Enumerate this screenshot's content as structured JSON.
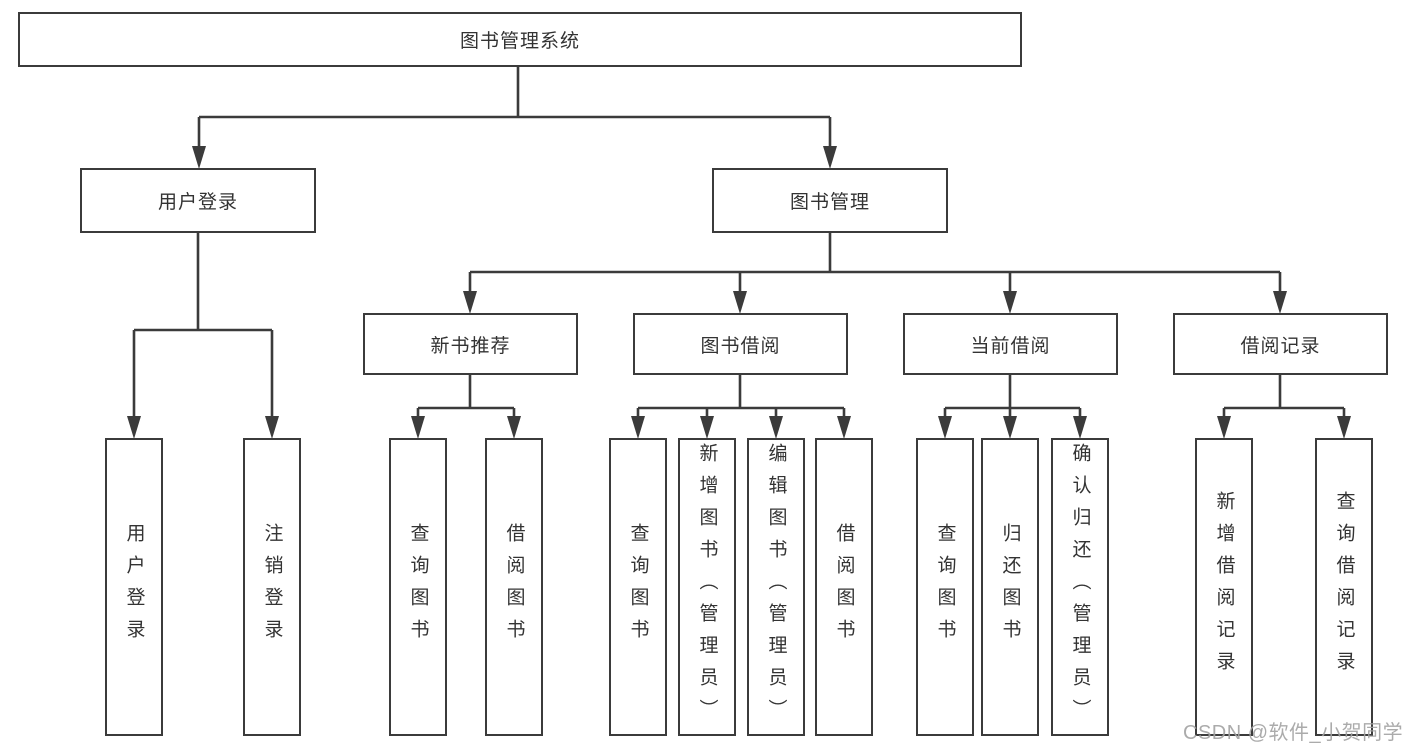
{
  "diagram": {
    "title": "图书管理系统",
    "nodes": {
      "root": {
        "label": "图书管理系统"
      },
      "user_login_group": {
        "label": "用户登录"
      },
      "book_mgmt": {
        "label": "图书管理"
      },
      "new_book_rec": {
        "label": "新书推荐"
      },
      "book_borrow": {
        "label": "图书借阅"
      },
      "current_borrow": {
        "label": "当前借阅"
      },
      "borrow_record": {
        "label": "借阅记录"
      },
      "user_login": {
        "label": "用户登录"
      },
      "logout": {
        "label": "注销登录"
      },
      "nb_query_book": {
        "label": "查询图书"
      },
      "nb_borrow_book": {
        "label": "借阅图书"
      },
      "bb_query_book": {
        "label": "查询图书"
      },
      "bb_add_book": {
        "label": "新增图书（管理员）"
      },
      "bb_edit_book": {
        "label": "编辑图书（管理员）"
      },
      "bb_borrow_book": {
        "label": "借阅图书"
      },
      "cb_query_book": {
        "label": "查询图书"
      },
      "cb_return_book": {
        "label": "归还图书"
      },
      "cb_confirm_return": {
        "label": "确认归还（管理员）"
      },
      "br_add_record": {
        "label": "新增借阅记录"
      },
      "br_query_record": {
        "label": "查询借阅记录"
      }
    },
    "colors": {
      "line": "#3b3b3b",
      "text": "#333333",
      "watermark": "#a3a3a3",
      "background": "#ffffff"
    }
  },
  "watermark": {
    "text": "CSDN @软件_小贺同学"
  }
}
